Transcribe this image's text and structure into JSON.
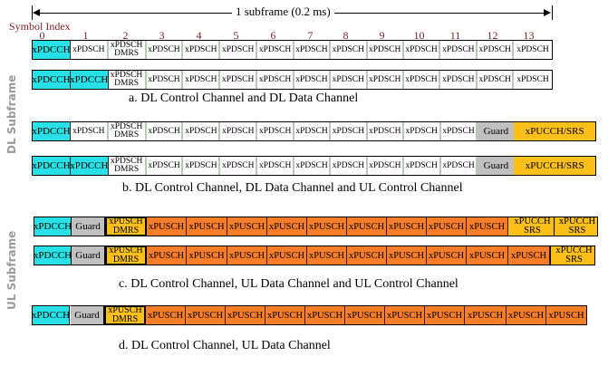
{
  "header": {
    "span_label": "1 subframe (0.2 ms)",
    "symbol_index_title": "Symbol Index",
    "symbol_indices": [
      "0",
      "1",
      "2",
      "3",
      "4",
      "5",
      "6",
      "7",
      "8",
      "9",
      "10",
      "11",
      "12",
      "13"
    ]
  },
  "side_labels": {
    "dl": "DL Subframe",
    "ul": "UL Subframe"
  },
  "colors": {
    "dl_control": "#27e1e6",
    "dl_data": "#ffffff",
    "guard": "#c0c0c0",
    "ul_control": "#fbbf1a",
    "ul_data": "#f87d28",
    "symbol_index": "#7a1f1f"
  },
  "rows": {
    "a1": [
      "xPDCCH",
      "xPDSCH",
      "xPDSCH DMRS",
      "xPDSCH",
      "xPDSCH",
      "xPDSCH",
      "xPDSCH",
      "xPDSCH",
      "xPDSCH",
      "xPDSCH",
      "xPDSCH",
      "xPDSCH",
      "xPDSCH",
      "xPDSCH"
    ],
    "a2": [
      "xPDCCH",
      "xPDCCH",
      "xPDSCH DMRS",
      "xPDSCH",
      "xPDSCH",
      "xPDSCH",
      "xPDSCH",
      "xPDSCH",
      "xPDSCH",
      "xPDSCH",
      "xPDSCH",
      "xPDSCH",
      "xPDSCH",
      "xPDSCH"
    ],
    "b1": [
      "xPDCCH",
      "xPDSCH",
      "xPDSCH DMRS",
      "xPDSCH",
      "xPDSCH",
      "xPDSCH",
      "xPDSCH",
      "xPDSCH",
      "xPDSCH",
      "xPDSCH",
      "xPDSCH",
      "xPDSCH",
      "Guard",
      "xPUCCH/SRS"
    ],
    "b2": [
      "xPDCCH",
      "xPDCCH",
      "xPDSCH DMRS",
      "xPDSCH",
      "xPDSCH",
      "xPDSCH",
      "xPDSCH",
      "xPDSCH",
      "xPDSCH",
      "xPDSCH",
      "xPDSCH",
      "xPDSCH",
      "Guard",
      "xPUCCH/SRS"
    ],
    "c1": [
      "xPDCCH",
      "Guard",
      "xPUSCH DMRS",
      "xPUSCH",
      "xPUSCH",
      "xPUSCH",
      "xPUSCH",
      "xPUSCH",
      "xPUSCH",
      "xPUSCH",
      "xPUSCH",
      "xPUSCH",
      "xPUCCH SRS",
      "xPUCCH SRS"
    ],
    "c2": [
      "xPDCCH",
      "Guard",
      "xPUSCH DMRS",
      "xPUSCH",
      "xPUSCH",
      "xPUSCH",
      "xPUSCH",
      "xPUSCH",
      "xPUSCH",
      "xPUSCH",
      "xPUSCH",
      "xPUSCH",
      "xPUSCH",
      "xPUCCH SRS"
    ],
    "d": [
      "xPDCCH",
      "Guard",
      "xPUSCH DMRS",
      "xPUSCH",
      "xPUSCH",
      "xPUSCH",
      "xPUSCH",
      "xPUSCH",
      "xPUSCH",
      "xPUSCH",
      "xPUSCH",
      "xPUSCH",
      "xPUSCH",
      "xPUSCH"
    ]
  },
  "captions": {
    "a": "a. DL Control Channel and DL Data Channel",
    "b": "b. DL Control Channel, DL Data Channel and UL Control Channel",
    "c": "c. DL Control Channel, UL Data Channel and UL Control Channel",
    "d": "d. DL Control Channel, UL Data Channel"
  }
}
